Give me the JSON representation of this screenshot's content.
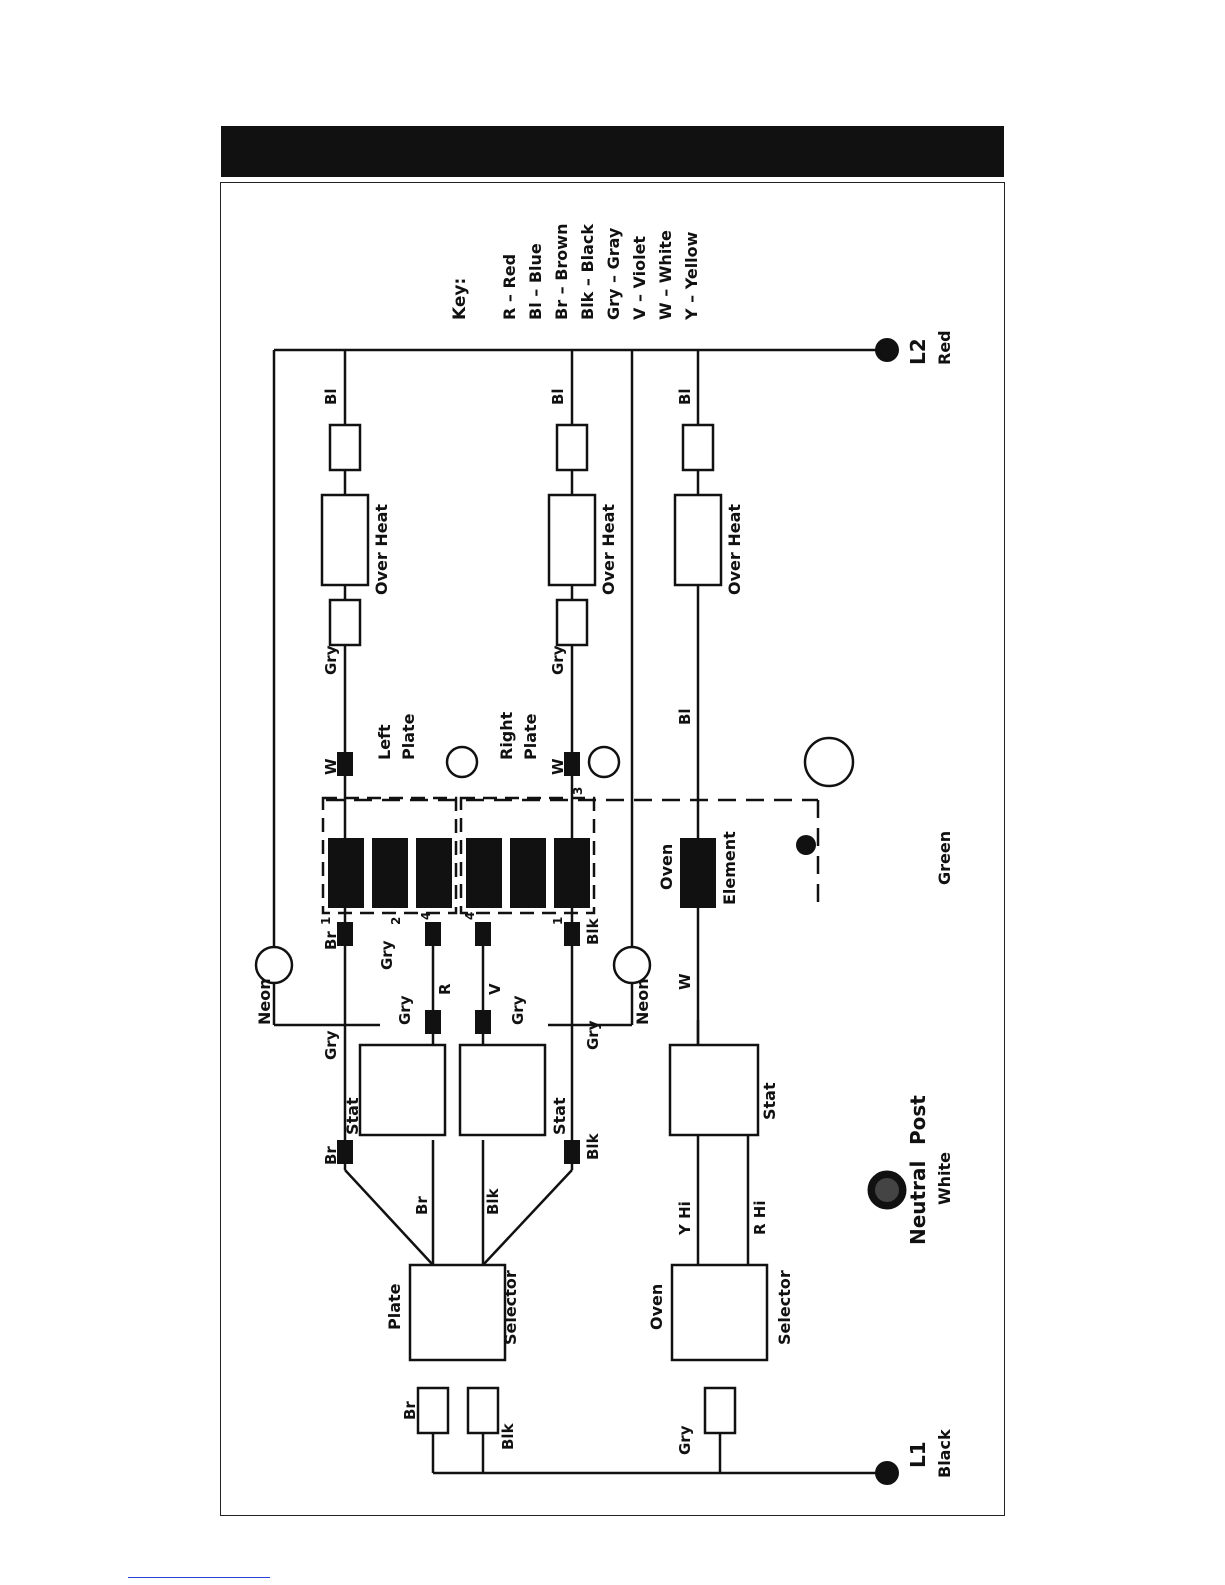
{
  "title_bar": "",
  "key": {
    "heading": "Key:",
    "entries": [
      "R  –  Red",
      "Bl  –  Blue",
      "Br  –  Brown",
      "Blk  –  Black",
      "Gry  –  Gray",
      "V  –  Violet",
      "W  –  White",
      "Y  –  Yellow"
    ]
  },
  "terminals": {
    "l1": "L1",
    "l1_color": "Black",
    "l2": "L2",
    "l2_color": "Red",
    "neutral_a": "Neutral",
    "neutral_b": "Post",
    "neutral_color": "White",
    "ground_color": "Green"
  },
  "components": {
    "over_heat": "Over  Heat",
    "left_plate_a": "Left",
    "left_plate_b": "Plate",
    "right_plate_a": "Right",
    "right_plate_b": "Plate",
    "oven_element_a": "Oven",
    "oven_element_b": "Element",
    "neon": "Neon",
    "stat": "Stat",
    "plate_selector_a": "Plate",
    "plate_selector_b": "Selector",
    "oven_selector_a": "Oven",
    "oven_selector_b": "Selector"
  },
  "wires": {
    "bl": "Bl",
    "gry": "Gry",
    "w": "W",
    "br": "Br",
    "blk": "Blk",
    "r": "R",
    "v": "V",
    "y_hi": "Y  Hi",
    "r_hi": "R  Hi",
    "t1": "1",
    "t2": "2",
    "t3": "3",
    "t4": "4"
  }
}
